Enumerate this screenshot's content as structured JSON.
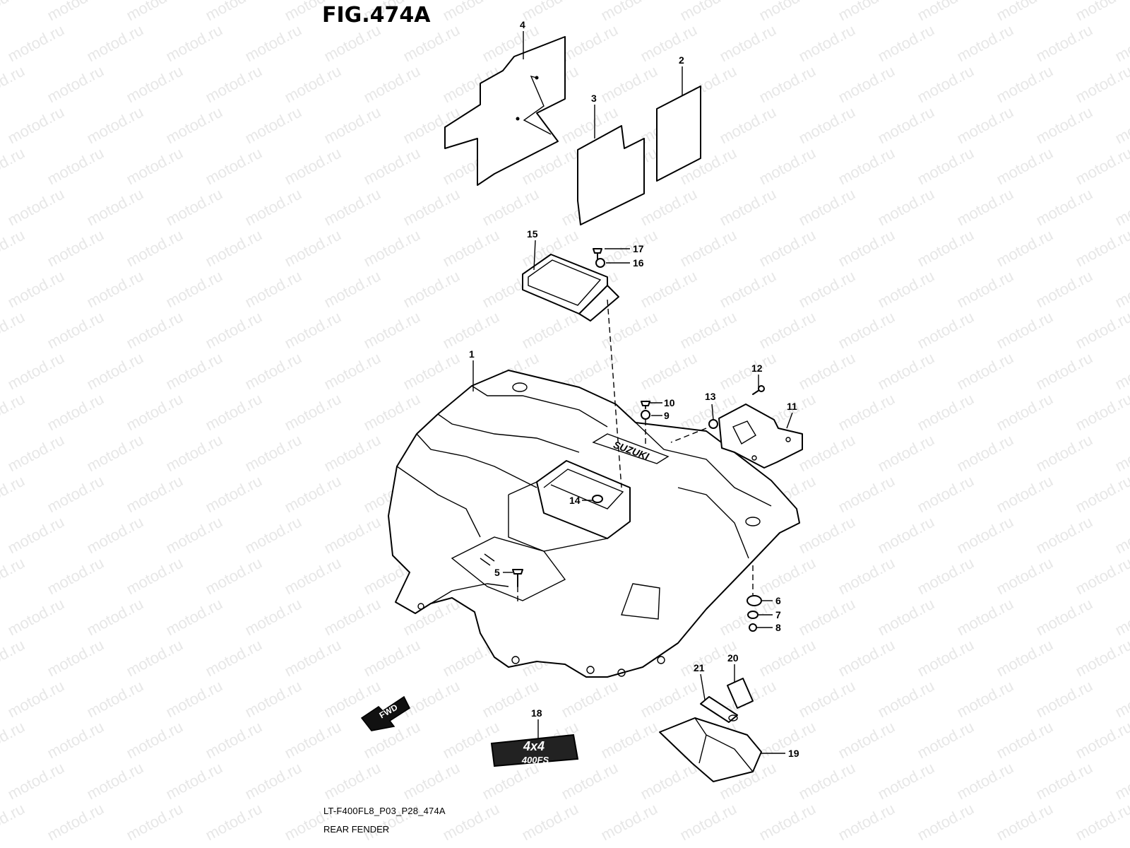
{
  "figure": {
    "title": "FIG.474A",
    "code": "LT-F400FL8_P03_P28_474A",
    "name": "REAR FENDER",
    "watermark": "motod.ru"
  },
  "parts": {
    "p1": "1",
    "p2": "2",
    "p3": "3",
    "p4": "4",
    "p5": "5",
    "p6": "6",
    "p7": "7",
    "p8": "8",
    "p9": "9",
    "p10": "10",
    "p11": "11",
    "p12": "12",
    "p13": "13",
    "p14": "14",
    "p15": "15",
    "p16": "16",
    "p17": "17",
    "p18": "18",
    "p19": "19",
    "p20": "20",
    "p21": "21"
  },
  "decals": {
    "fwd": "FWD",
    "badge_top": "4x4",
    "badge_bottom": "400FS",
    "fender_logo": "SUZUKI"
  }
}
